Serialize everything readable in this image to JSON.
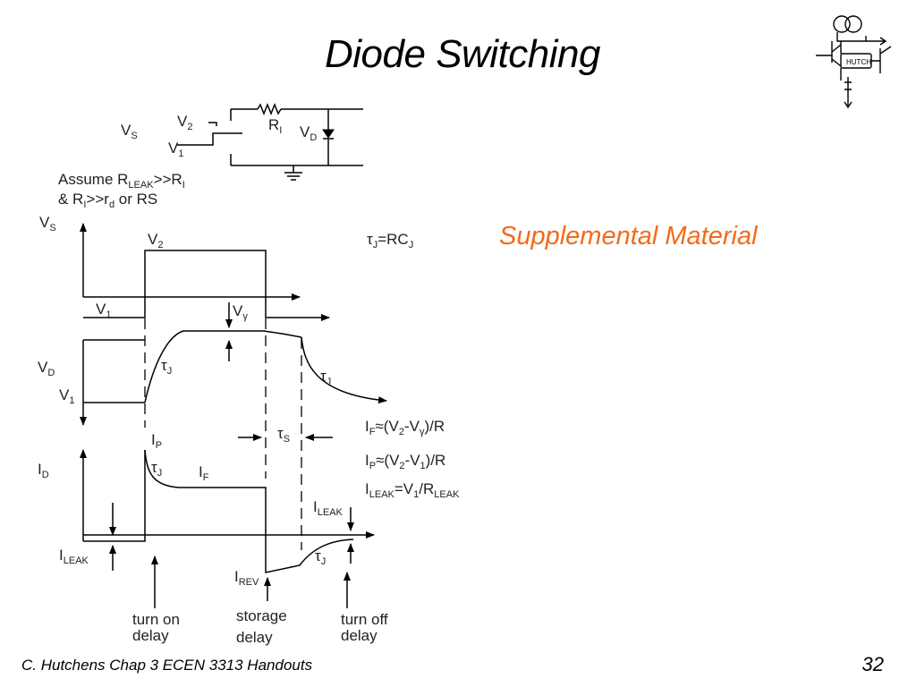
{
  "title": "Diode Switching",
  "supplemental": "Supplemental Material",
  "footer": "C. Hutchens Chap 3 ECEN 3313 Handouts",
  "page_number": "32",
  "logo_text": "HUTCH",
  "colors": {
    "accent": "#f26a1b",
    "text": "#000000"
  }
}
